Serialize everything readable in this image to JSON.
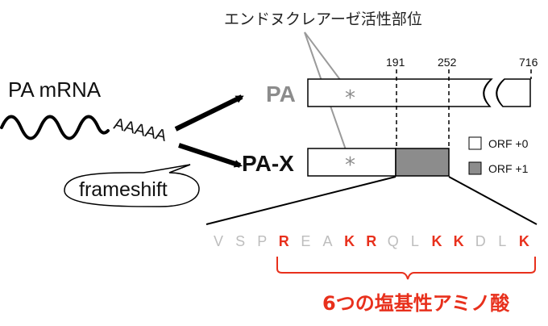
{
  "endonuclease_label": "エンドヌクレアーゼ活性部位",
  "mrna_label": "PA mRNA",
  "polya_label": "AAAAA",
  "frameshift_label": "frameshift",
  "protein_pa_label": "PA",
  "protein_pax_label": "PA-X",
  "positions": [
    "191",
    "252",
    "716"
  ],
  "active_site_marker": "*",
  "legend": [
    {
      "label": "ORF +0",
      "color": "#ffffff"
    },
    {
      "label": "ORF +1",
      "color": "#8c8c8c"
    }
  ],
  "sequence": [
    {
      "aa": "V",
      "basic": false
    },
    {
      "aa": "S",
      "basic": false
    },
    {
      "aa": "P",
      "basic": false
    },
    {
      "aa": "R",
      "basic": true
    },
    {
      "aa": "E",
      "basic": false
    },
    {
      "aa": "A",
      "basic": false
    },
    {
      "aa": "K",
      "basic": true
    },
    {
      "aa": "R",
      "basic": true
    },
    {
      "aa": "Q",
      "basic": false
    },
    {
      "aa": "L",
      "basic": false
    },
    {
      "aa": "K",
      "basic": true
    },
    {
      "aa": "K",
      "basic": true
    },
    {
      "aa": "D",
      "basic": false
    },
    {
      "aa": "L",
      "basic": false
    },
    {
      "aa": "K",
      "basic": true
    }
  ],
  "basic_residues_label": "6つの塩基性アミノ酸",
  "colors": {
    "basic_residue": "#e8301c",
    "neutral_residue": "#bdbdbd",
    "pa_label": "#8c8c8c",
    "annotation_gray": "#9a9a9a",
    "orf1_fill": "#8c8c8c"
  }
}
